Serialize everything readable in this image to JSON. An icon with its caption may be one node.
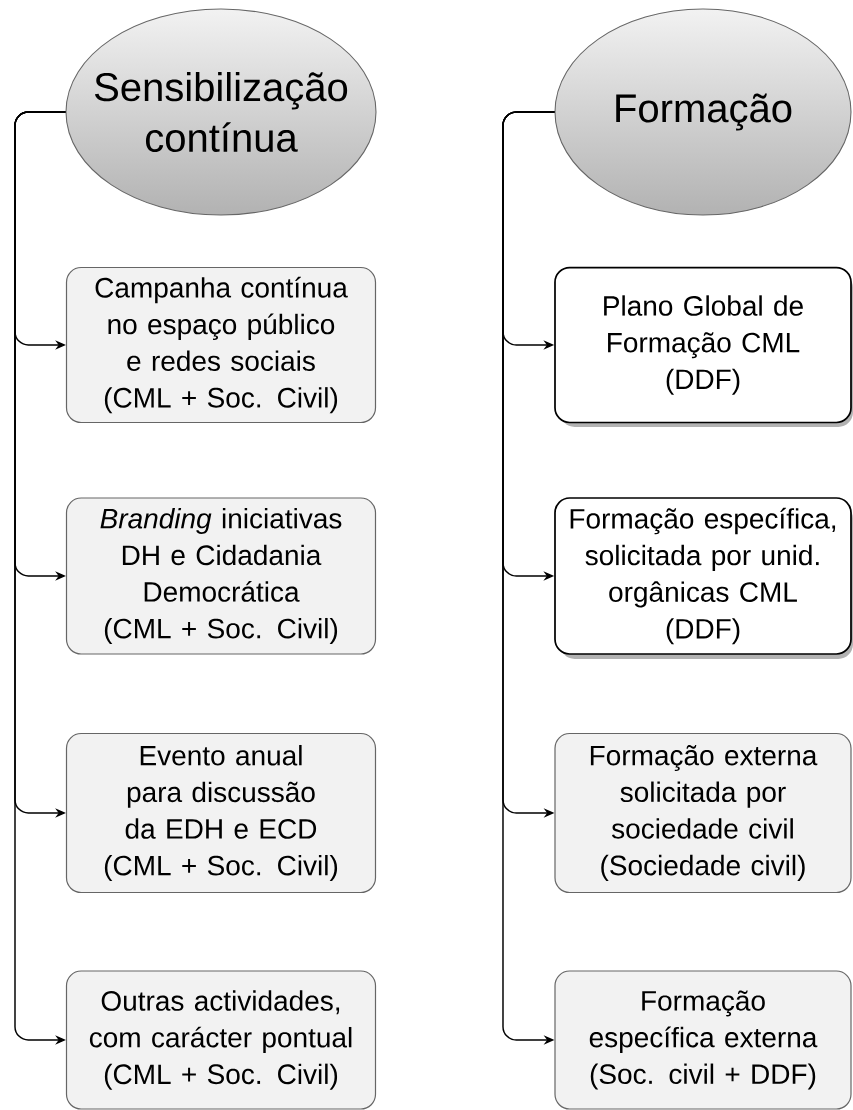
{
  "diagram": {
    "nodes": [
      {
        "text": [
          "Sensibilização contínua"
        ]
      },
      {
        "text": [
          "Campanha contínua no espaço público e redes sociais",
          "(CML + Soc. Civil)"
        ]
      },
      {
        "text": [
          "*Branding* iniciativas DH e Cidadania Democrática",
          "(CML + Soc. Civil)"
        ]
      },
      {
        "text": [
          "Evento anual para discussão da EDH e ECD",
          "(CML + Soc. Civil)"
        ]
      },
      {
        "text": [
          "Outras actividades, com carácter pontual",
          "(CML + Soc. Civil)"
        ]
      },
      {
        "text": [
          "Formação"
        ]
      },
      {
        "text": [
          "Plano Global de Formação CML",
          "(DDF)"
        ]
      },
      {
        "text": [
          "Formação específica, solicitada por unid. orgânicas CML",
          "(DDF)"
        ]
      },
      {
        "text": [
          "Formação externa solicitada por sociedade civil",
          "(Sociedade civil)"
        ]
      },
      {
        "text": [
          "Formação específica externa",
          "(Soc. civil + DDF)"
        ]
      }
    ],
    "edges": [
      {
        "from": 0,
        "to": 1,
        "arrow": "to"
      },
      {
        "from": 0,
        "to": 2,
        "arrow": "to"
      },
      {
        "from": 0,
        "to": 3,
        "arrow": "to"
      },
      {
        "from": 0,
        "to": 4,
        "arrow": "to"
      },
      {
        "from": 5,
        "to": 6,
        "arrow": "to"
      },
      {
        "from": 5,
        "to": 7,
        "arrow": "to"
      },
      {
        "from": 5,
        "to": 8,
        "arrow": "to"
      },
      {
        "from": 5,
        "to": 9,
        "arrow": "to"
      }
    ]
  }
}
